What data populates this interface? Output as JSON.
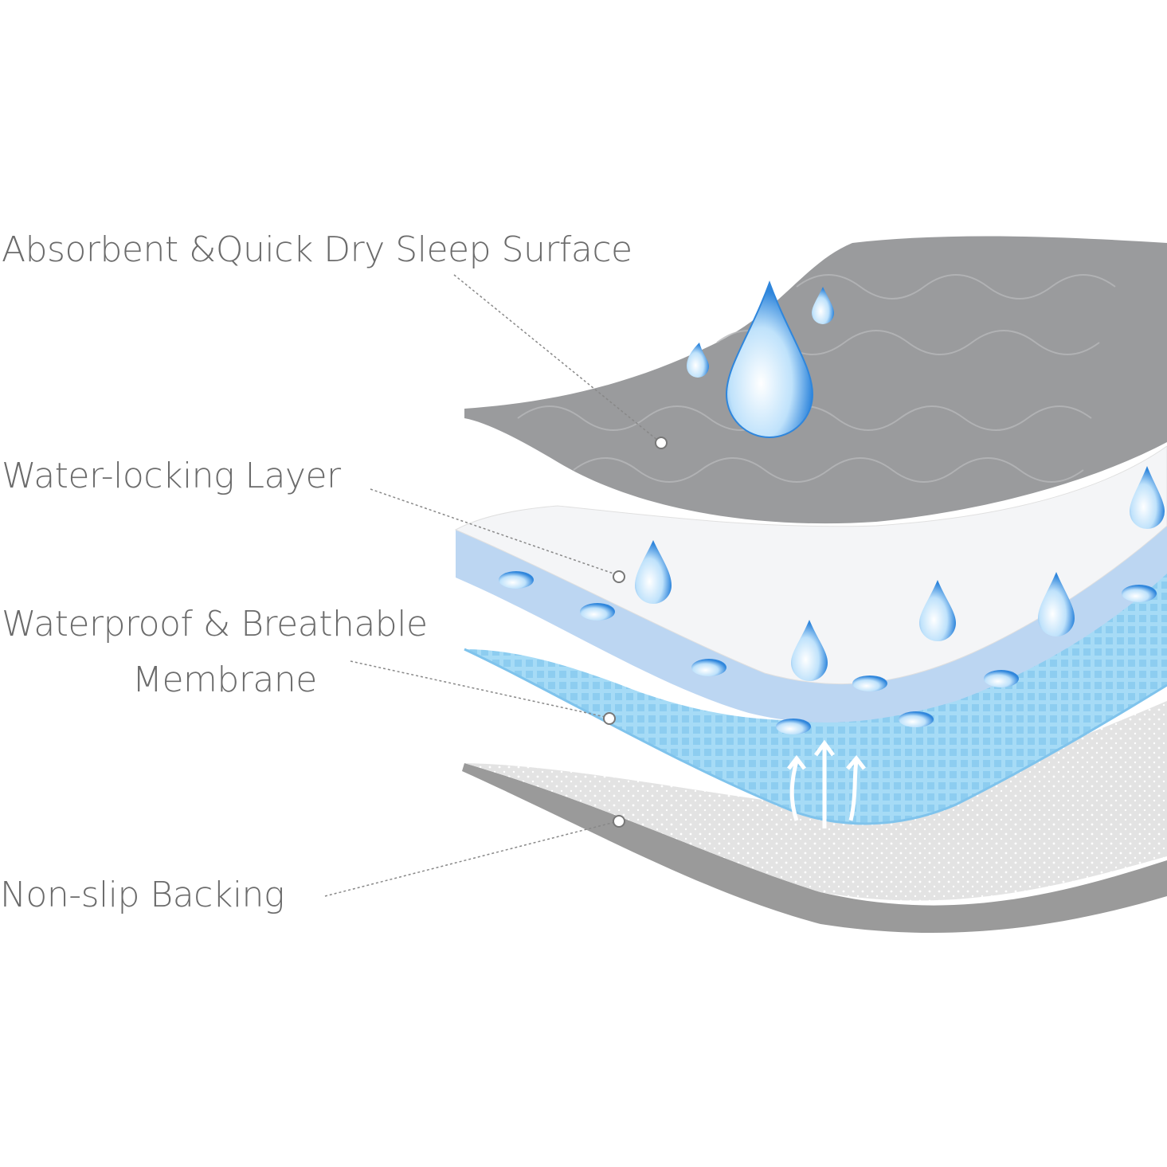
{
  "labels": {
    "surface": "Absorbent &Quick Dry Sleep Surface",
    "water_locking": "Water-locking Layer",
    "membrane_line1": "Waterproof & Breathable",
    "membrane_line2": "Membrane",
    "backing": "Non-slip Backing"
  },
  "colors": {
    "surface": "#9a9b9d",
    "water_locking_top": "#f4f5f7",
    "water_locking_edge": "#bcd6f2",
    "membrane": "#a9dcf5",
    "backing": "#e6e6e6",
    "backing_edge": "#9a9a9a",
    "label_text": "#6b6b6b",
    "droplet": "#3b8fe0"
  }
}
